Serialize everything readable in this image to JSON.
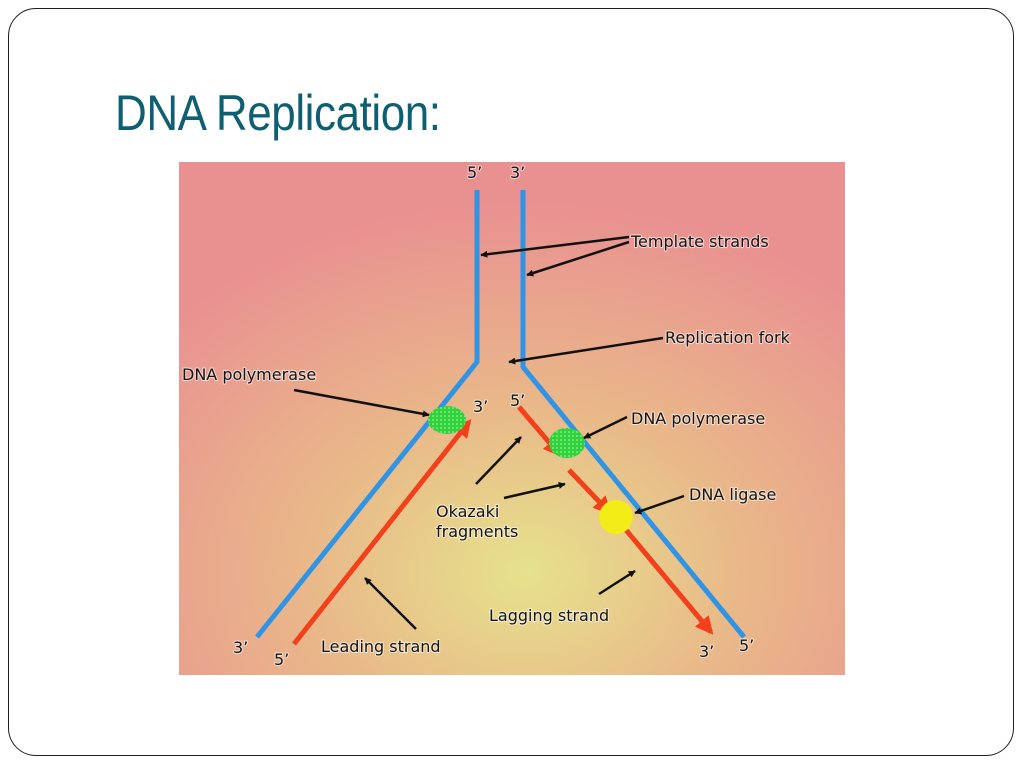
{
  "slide": {
    "title": "DNA Replication:"
  },
  "diagram": {
    "labels": {
      "template_strands": "Template strands",
      "replication_fork": "Replication fork",
      "dna_polymerase_left": "DNA polymerase",
      "dna_polymerase_right": "DNA polymerase",
      "dna_ligase": "DNA ligase",
      "okazaki_line1": "Okazaki",
      "okazaki_line2": "fragments",
      "lagging_strand": "Lagging strand",
      "leading_strand": "Leading strand"
    },
    "ends": {
      "top_left": "5’",
      "top_right": "3’",
      "fork_left": "3’",
      "fork_right": "5’",
      "bottom_left_blue": "3’",
      "bottom_left_red": "5’",
      "bottom_right_red": "3’",
      "bottom_right_blue": "5’"
    },
    "colors": {
      "template_strand": "#2f93e6",
      "new_strand": "#f2401c",
      "polymerase": "#2fd23a",
      "ligase": "#f4ec17",
      "background": "#e99191"
    }
  }
}
